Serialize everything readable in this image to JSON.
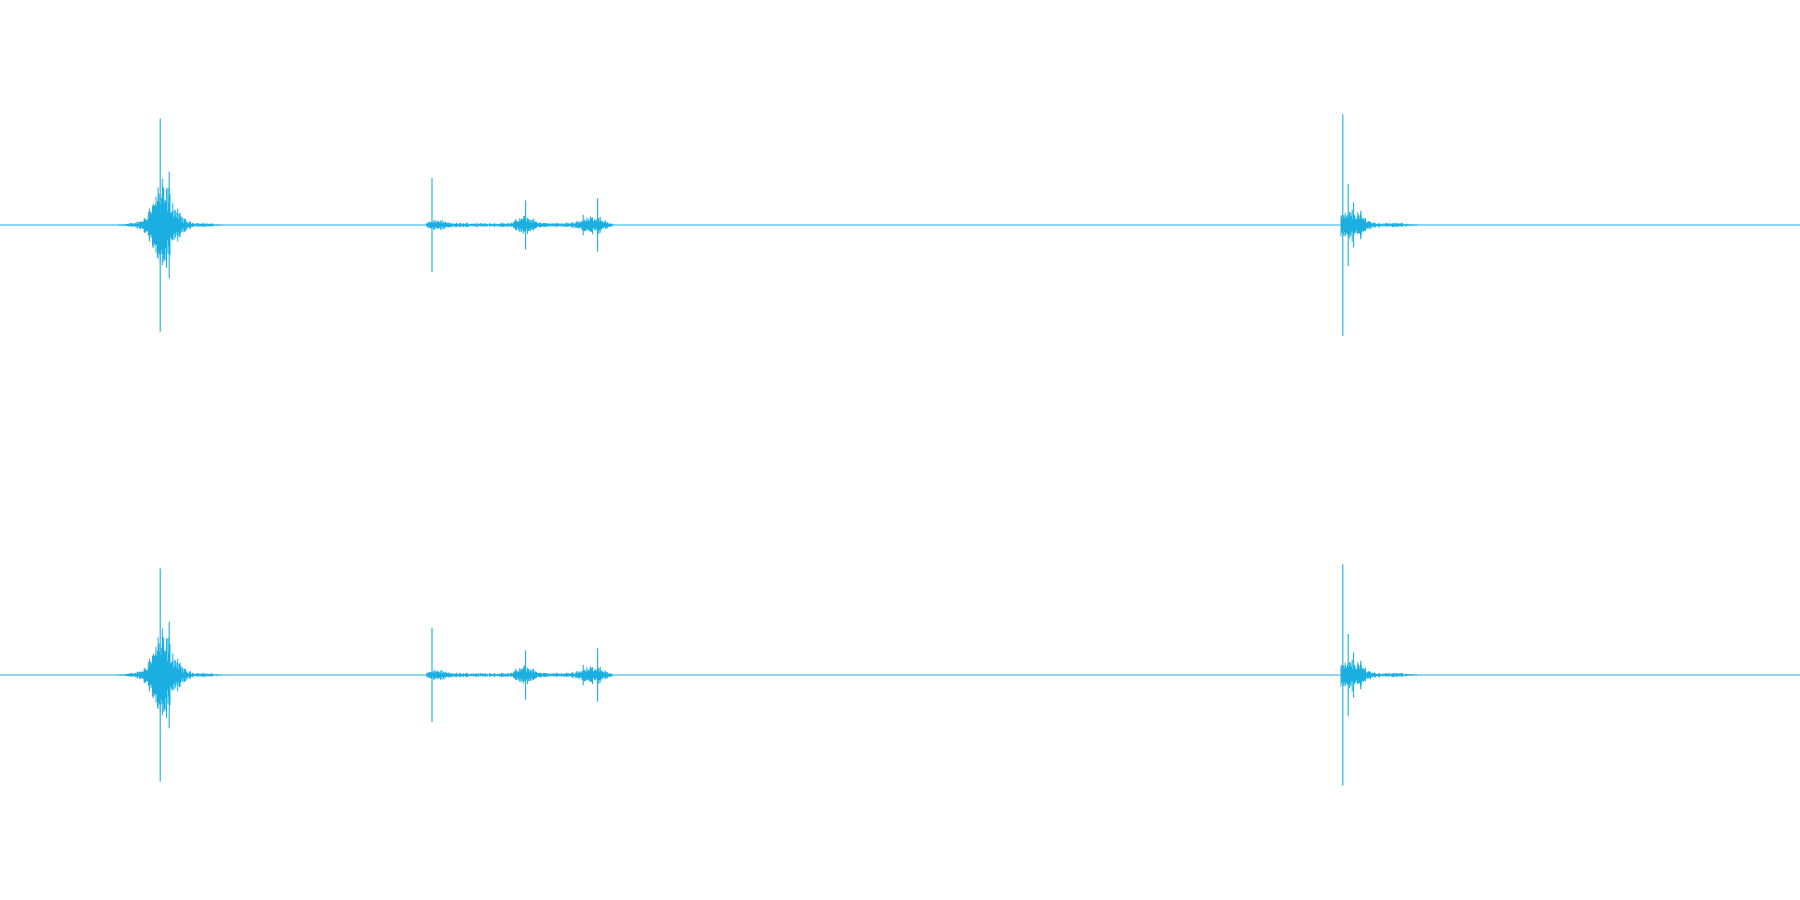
{
  "chart_data": {
    "type": "waveform",
    "color": "#1aafe0",
    "background": "#ffffff",
    "duration": 1.0,
    "amplitude_range": [
      -1,
      1
    ],
    "grid": false,
    "legend": "none",
    "channels": [
      {
        "events": [
          {
            "start": 0.061,
            "end": 0.128,
            "peaks": [
              {
                "t": 0.089,
                "amp": 0.52
              },
              {
                "t": 0.094,
                "amp": 0.26
              },
              {
                "t": 0.083,
                "amp": 0.08
              },
              {
                "t": 0.1,
                "amp": 0.06
              }
            ]
          },
          {
            "start": 0.237,
            "end": 0.346,
            "peaks": [
              {
                "t": 0.24,
                "amp": 0.23
              },
              {
                "t": 0.292,
                "amp": 0.12
              },
              {
                "t": 0.332,
                "amp": 0.13
              },
              {
                "t": 0.324,
                "amp": 0.05
              }
            ]
          },
          {
            "start": 0.745,
            "end": 0.792,
            "peaks": [
              {
                "t": 0.746,
                "amp": 0.54
              },
              {
                "t": 0.749,
                "amp": 0.2
              },
              {
                "t": 0.752,
                "amp": 0.11
              },
              {
                "t": 0.756,
                "amp": 0.07
              }
            ]
          }
        ]
      },
      {
        "events": [
          {
            "start": 0.061,
            "end": 0.128,
            "peaks": [
              {
                "t": 0.089,
                "amp": 0.52
              },
              {
                "t": 0.094,
                "amp": 0.26
              },
              {
                "t": 0.083,
                "amp": 0.08
              },
              {
                "t": 0.1,
                "amp": 0.06
              }
            ]
          },
          {
            "start": 0.237,
            "end": 0.346,
            "peaks": [
              {
                "t": 0.24,
                "amp": 0.23
              },
              {
                "t": 0.292,
                "amp": 0.12
              },
              {
                "t": 0.332,
                "amp": 0.13
              },
              {
                "t": 0.324,
                "amp": 0.05
              }
            ]
          },
          {
            "start": 0.745,
            "end": 0.792,
            "peaks": [
              {
                "t": 0.746,
                "amp": 0.54
              },
              {
                "t": 0.749,
                "amp": 0.2
              },
              {
                "t": 0.752,
                "amp": 0.11
              },
              {
                "t": 0.756,
                "amp": 0.07
              }
            ]
          }
        ]
      }
    ]
  }
}
